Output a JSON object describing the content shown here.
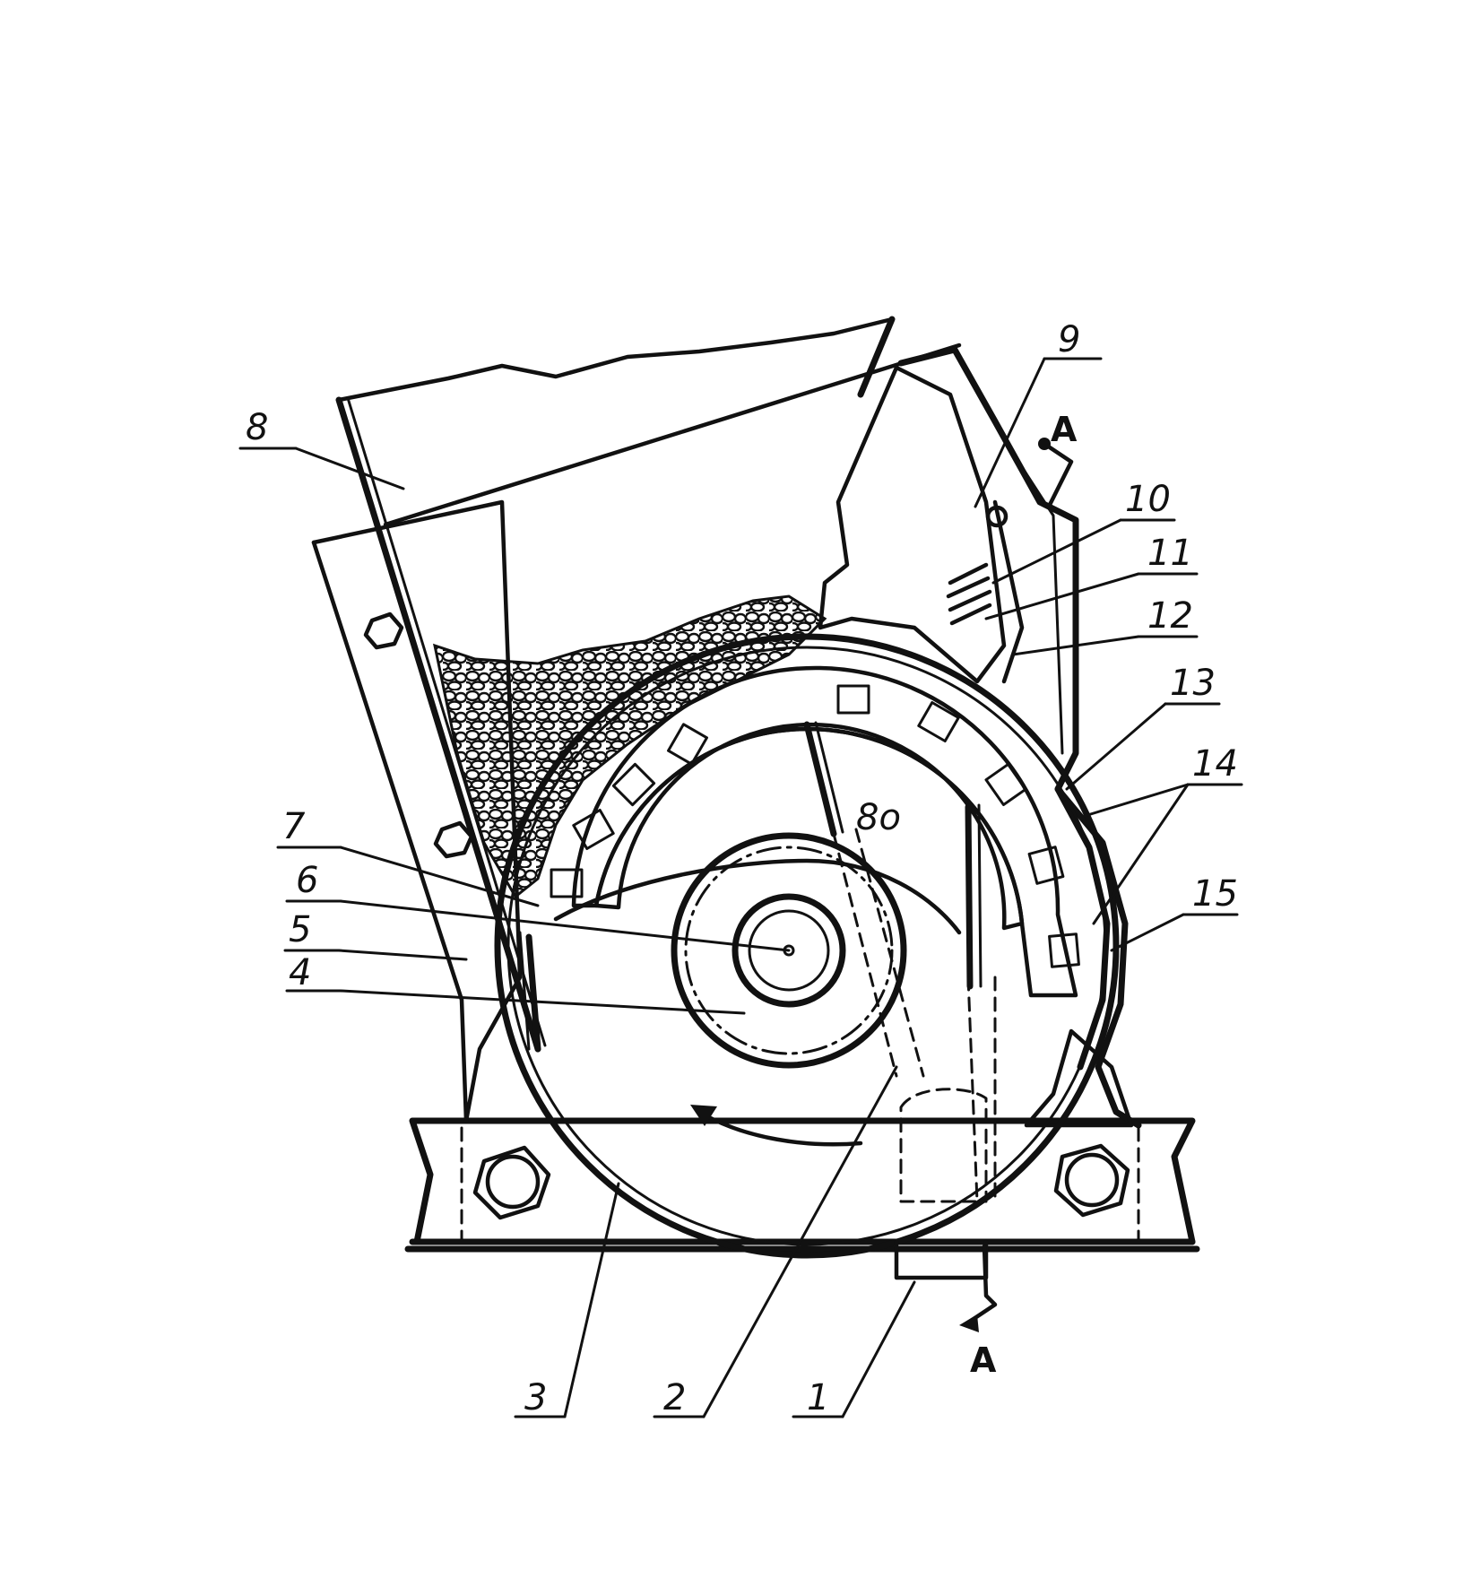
{
  "labels": {
    "l1": "1",
    "l2": "2",
    "l3": "3",
    "l4": "4",
    "l5": "5",
    "l6": "6",
    "l7": "7",
    "l8": "8",
    "l9": "9",
    "l10": "10",
    "l11": "11",
    "l12": "12",
    "l13": "13",
    "l14": "14",
    "l15": "15",
    "l8o": "8o",
    "sectionTop": "A",
    "sectionBottom": "A"
  }
}
